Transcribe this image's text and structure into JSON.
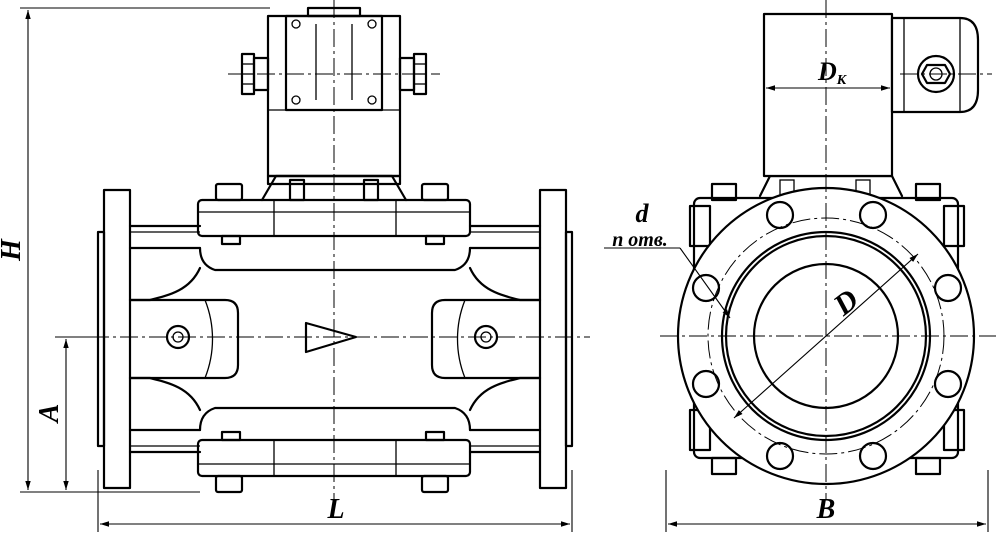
{
  "drawing": {
    "dimension_labels": {
      "H": "H",
      "A": "A",
      "L": "L",
      "B": "B",
      "Dk_main": "D",
      "Dk_sub": "К",
      "D": "D",
      "d": "d",
      "n_holes": "n отв."
    }
  }
}
